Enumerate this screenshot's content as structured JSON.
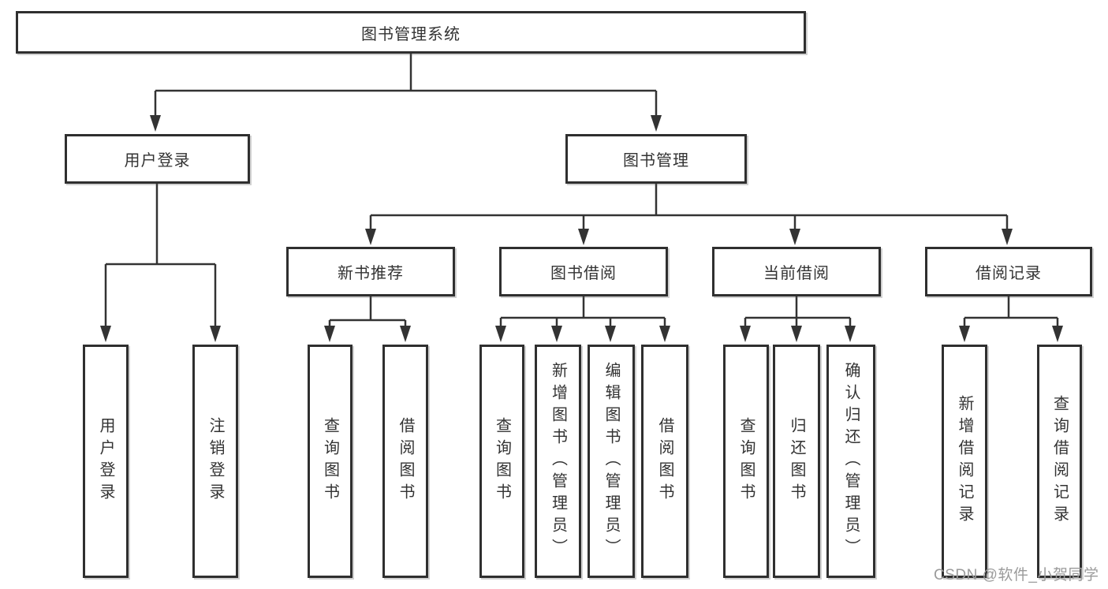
{
  "diagram_type": "hierarchy-tree",
  "tree": {
    "label": "图书管理系统",
    "children": [
      {
        "label": "用户登录",
        "children": [
          {
            "label": "用户登录"
          },
          {
            "label": "注销登录"
          }
        ]
      },
      {
        "label": "图书管理",
        "children": [
          {
            "label": "新书推荐",
            "children": [
              {
                "label": "查询图书"
              },
              {
                "label": "借阅图书"
              }
            ]
          },
          {
            "label": "图书借阅",
            "children": [
              {
                "label": "查询图书"
              },
              {
                "label": "新增图书（管理员）"
              },
              {
                "label": "编辑图书（管理员）"
              },
              {
                "label": "借阅图书"
              }
            ]
          },
          {
            "label": "当前借阅",
            "children": [
              {
                "label": "查询图书"
              },
              {
                "label": "归还图书"
              },
              {
                "label": "确认归还（管理员）"
              }
            ]
          },
          {
            "label": "借阅记录",
            "children": [
              {
                "label": "新增借阅记录"
              },
              {
                "label": "查询借阅记录"
              }
            ]
          }
        ]
      }
    ]
  },
  "watermark": {
    "text": "CSDN @软件_小贺同学"
  },
  "colors": {
    "line": "#333333",
    "box_border": "#2f2f2f",
    "text": "#333333",
    "watermark": "#9b9b9b",
    "background": "#ffffff"
  }
}
